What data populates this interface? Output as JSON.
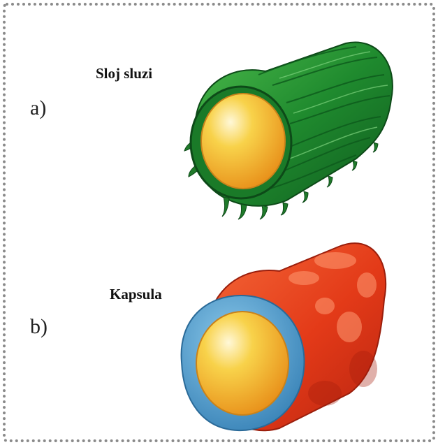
{
  "panels": [
    {
      "letter": "a)",
      "label": "Sloj sluzi",
      "color_outer": "#2e8b2e",
      "color_inner": "#f4b82a"
    },
    {
      "letter": "b)",
      "label": "Kapsula",
      "color_outer": "#e0401e",
      "color_ring": "#4a9ec8",
      "color_inner": "#f4b82a"
    }
  ]
}
